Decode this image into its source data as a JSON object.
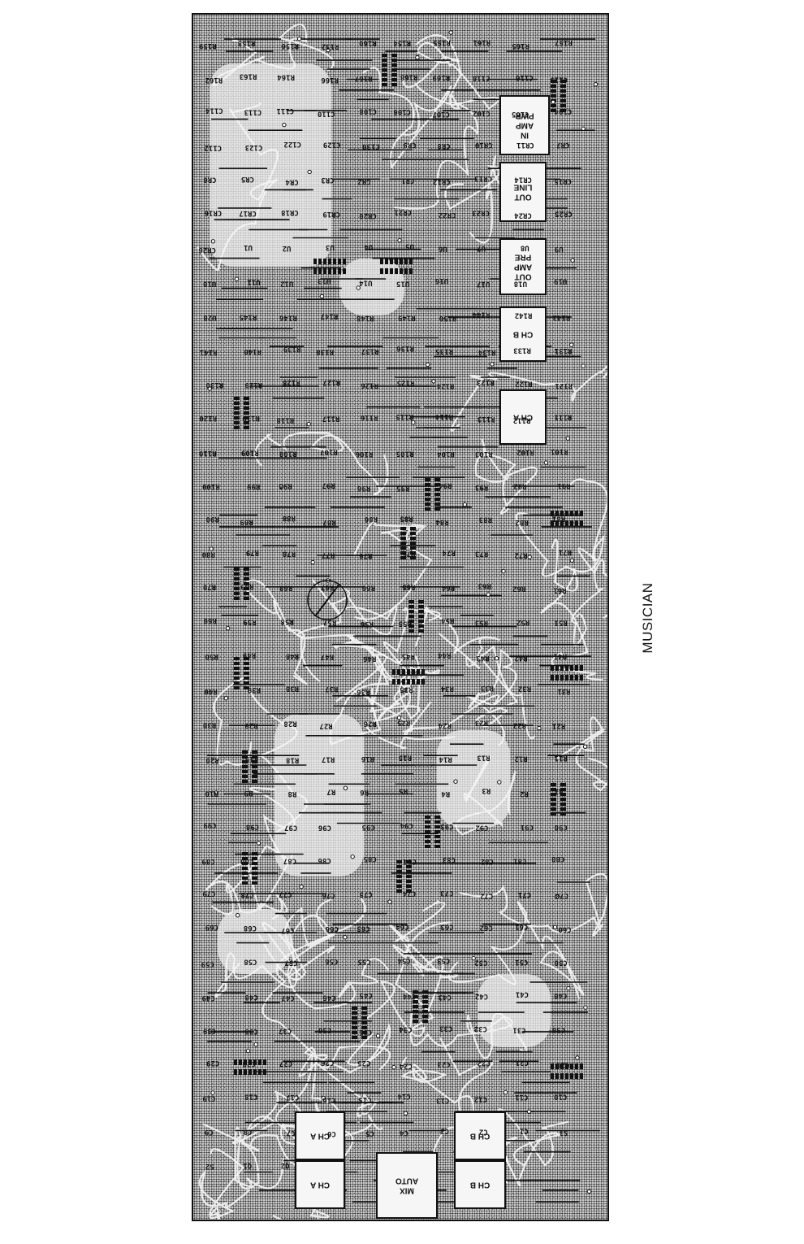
{
  "side_label": "MUSICIAN",
  "jack_boxes": [
    {
      "id": "pwr-amp-in",
      "lines": [
        "PWR",
        "AMP",
        "IN"
      ]
    },
    {
      "id": "line-out",
      "lines": [
        "LINE",
        "OUT"
      ]
    },
    {
      "id": "pre-amp-out",
      "lines": [
        "PRE",
        "AMP",
        "OUT"
      ]
    },
    {
      "id": "ch-b-top",
      "lines": [
        "CH B"
      ]
    },
    {
      "id": "ch-a-top",
      "lines": [
        "CH A"
      ]
    },
    {
      "id": "ch-a-bottom-1",
      "lines": [
        "CH A"
      ]
    },
    {
      "id": "ch-a-bottom-2",
      "lines": [
        "CH A"
      ]
    },
    {
      "id": "auto-mix",
      "lines": [
        "AUTO",
        "MIX"
      ]
    },
    {
      "id": "ch-b-bottom-1",
      "lines": [
        "CH B"
      ]
    },
    {
      "id": "ch-b-bottom-2",
      "lines": [
        "CH B"
      ]
    }
  ],
  "component_labels": [
    "R159",
    "R158",
    "R156",
    "R132",
    "R160",
    "R154",
    "R155",
    "R161",
    "R165",
    "R157",
    "R162",
    "R163",
    "R164",
    "R166",
    "R167",
    "R168",
    "R169",
    "C118",
    "C116",
    "C115",
    "C114",
    "C113",
    "C111",
    "C110",
    "C108",
    "C106",
    "C107",
    "C102",
    "C105",
    "C104",
    "C112",
    "C123",
    "C122",
    "C129",
    "C130",
    "CR9",
    "CR8",
    "CR10",
    "CR11",
    "CR7",
    "CR6",
    "CR5",
    "CR4",
    "CR3",
    "CR2",
    "CR1",
    "CR12",
    "CR13",
    "CR14",
    "CR15",
    "CR16",
    "CR17",
    "CR18",
    "CR19",
    "CR20",
    "CR21",
    "CR22",
    "CR23",
    "CR24",
    "CR25",
    "CR26",
    "U1",
    "U2",
    "U3",
    "U4",
    "U5",
    "U6",
    "U7",
    "U8",
    "U9",
    "U10",
    "U11",
    "U12",
    "U13",
    "U14",
    "U15",
    "U16",
    "U17",
    "U18",
    "U19",
    "U20",
    "R145",
    "R146",
    "R147",
    "R148",
    "R149",
    "R150",
    "R144",
    "R142",
    "R143",
    "R141",
    "R140",
    "R139",
    "R138",
    "R137",
    "R136",
    "R135",
    "R134",
    "R133",
    "R131",
    "R130",
    "R129",
    "R128",
    "R127",
    "R126",
    "R125",
    "R124",
    "R123",
    "R122",
    "R121",
    "R120",
    "R119",
    "R118",
    "R117",
    "R116",
    "R115",
    "R114",
    "R113",
    "R112",
    "R111",
    "R110",
    "R109",
    "R108",
    "R107",
    "R106",
    "R105",
    "R104",
    "R103",
    "R102",
    "R101",
    "R100",
    "R99",
    "R98",
    "R97",
    "R96",
    "R95",
    "R94",
    "R93",
    "R92",
    "R91",
    "R90",
    "R89",
    "R88",
    "R87",
    "R86",
    "R85",
    "R84",
    "R83",
    "R82",
    "R81",
    "R80",
    "R79",
    "R78",
    "R77",
    "R76",
    "R75",
    "R74",
    "R73",
    "R72",
    "R71",
    "R70",
    "R69",
    "R68",
    "R67",
    "R66",
    "R65",
    "R64",
    "R63",
    "R62",
    "R61",
    "R60",
    "R59",
    "R58",
    "R57",
    "R56",
    "R55",
    "R54",
    "R53",
    "R52",
    "R51",
    "R50",
    "R49",
    "R48",
    "R47",
    "R46",
    "R45",
    "R44",
    "R43",
    "R42",
    "R41",
    "R40",
    "R39",
    "R38",
    "R37",
    "R36",
    "R35",
    "R34",
    "R33",
    "R32",
    "R31",
    "R30",
    "R29",
    "R28",
    "R27",
    "R26",
    "R25",
    "R24",
    "R23",
    "R22",
    "R21",
    "R20",
    "R19",
    "R18",
    "R17",
    "R16",
    "R15",
    "R14",
    "R13",
    "R12",
    "R11",
    "R10",
    "R9",
    "R8",
    "R7",
    "R6",
    "R5",
    "R4",
    "R3",
    "R2",
    "R1",
    "C99",
    "C98",
    "C97",
    "C96",
    "C95",
    "C94",
    "C93",
    "C92",
    "C91",
    "C90",
    "C89",
    "C88",
    "C87",
    "C86",
    "C85",
    "C84",
    "C83",
    "C82",
    "C81",
    "C80",
    "C79",
    "C78",
    "C77",
    "C76",
    "C75",
    "C74",
    "C73",
    "C72",
    "C71",
    "C70",
    "C69",
    "C68",
    "C67",
    "C66",
    "C65",
    "C64",
    "C63",
    "C62",
    "C61",
    "C60",
    "C59",
    "C58",
    "C57",
    "C56",
    "C55",
    "C54",
    "C53",
    "C52",
    "C51",
    "C50",
    "C49",
    "C48",
    "C47",
    "C46",
    "C45",
    "C44",
    "C43",
    "C42",
    "C41",
    "C40",
    "C39",
    "C38",
    "C37",
    "C36",
    "C35",
    "C34",
    "C33",
    "C32",
    "C31",
    "C30",
    "C29",
    "C28",
    "C27",
    "C26",
    "C25",
    "C24",
    "C23",
    "C22",
    "C21",
    "C20",
    "C19",
    "C18",
    "C17",
    "C16",
    "C15",
    "C14",
    "C13",
    "C12",
    "C11",
    "C10",
    "C9",
    "C8",
    "C7",
    "C6",
    "C5",
    "C4",
    "C3",
    "C2",
    "C1",
    "S1",
    "S2",
    "Q1",
    "Q2"
  ]
}
